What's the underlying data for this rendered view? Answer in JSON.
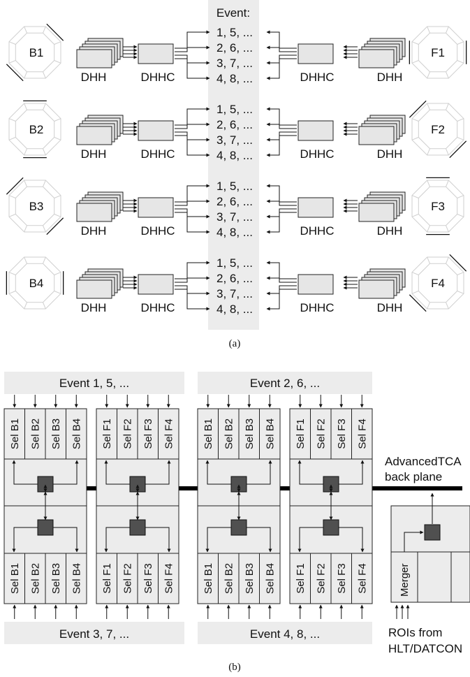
{
  "panel_a": {
    "event_header": "Event:",
    "caption": "(a)",
    "dhh_label": "DHH",
    "dhhc_label": "DHHC",
    "rows": [
      {
        "left": "B1",
        "right": "F1",
        "events": [
          "1, 5, ...",
          "2, 6, ...",
          "3, 7, ...",
          "4, 8, ..."
        ]
      },
      {
        "left": "B2",
        "right": "F2",
        "events": [
          "1, 5, ...",
          "2, 6, ...",
          "3, 7, ...",
          "4, 8, ..."
        ]
      },
      {
        "left": "B3",
        "right": "F3",
        "events": [
          "1, 5, ...",
          "2, 6, ...",
          "3, 7, ...",
          "4, 8, ..."
        ]
      },
      {
        "left": "B4",
        "right": "F4",
        "events": [
          "1, 5, ...",
          "2, 6, ...",
          "3, 7, ...",
          "4, 8, ..."
        ]
      }
    ]
  },
  "panel_b": {
    "caption": "(b)",
    "top_event_labels": [
      "Event 1, 5, ...",
      "Event 2, 6, ..."
    ],
    "bottom_event_labels": [
      "Event 3, 7, ...",
      "Event 4, 8, ..."
    ],
    "sel_b": [
      "Sel B1",
      "Sel B2",
      "Sel B3",
      "Sel B4"
    ],
    "sel_f": [
      "Sel F1",
      "Sel F2",
      "Sel F3",
      "Sel F4"
    ],
    "backplane_label_1": "AdvancedTCA",
    "backplane_label_2": "back plane",
    "merger_label": "Merger",
    "roi_label_1": "ROIs from",
    "roi_label_2": "HLT/DATCON"
  }
}
